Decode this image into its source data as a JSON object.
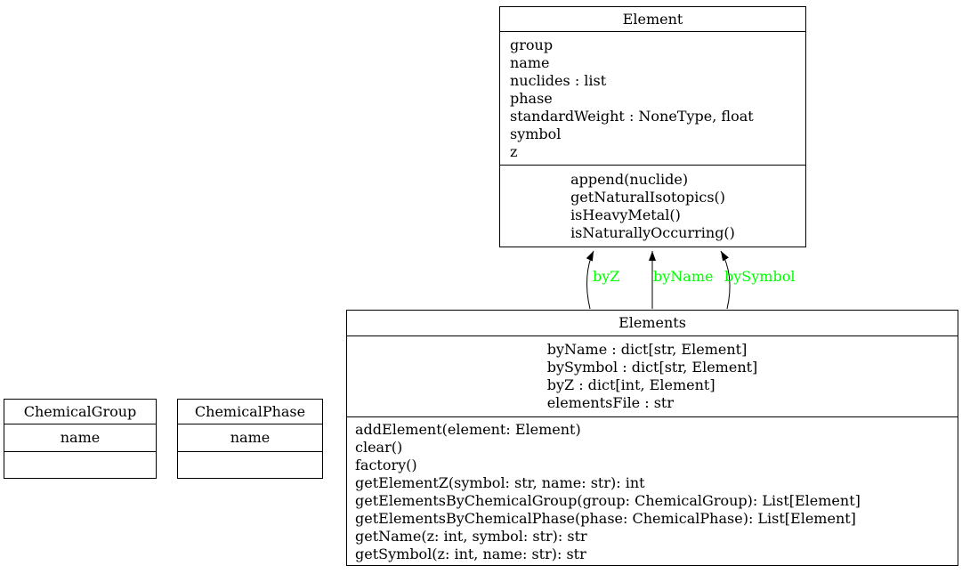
{
  "diagram": {
    "background_color": "#ffffff",
    "line_color": "#000000",
    "edge_label_color": "#00ff00"
  },
  "classes": {
    "element": {
      "title": "Element",
      "attributes": [
        "group",
        "name",
        "nuclides : list",
        "phase",
        "standardWeight : NoneType, float",
        "symbol",
        "z"
      ],
      "methods": [
        "append(nuclide)",
        "getNaturalIsotopics()",
        "isHeavyMetal()",
        "isNaturallyOccurring()"
      ]
    },
    "elements": {
      "title": "Elements",
      "attributes": [
        "byName : dict[str, Element]",
        "bySymbol : dict[str, Element]",
        "byZ : dict[int, Element]",
        "elementsFile : str"
      ],
      "methods": [
        "addElement(element: Element)",
        "clear()",
        "factory()",
        "getElementZ(symbol: str, name: str): int",
        "getElementsByChemicalGroup(group: ChemicalGroup): List[Element]",
        "getElementsByChemicalPhase(phase: ChemicalPhase): List[Element]",
        "getName(z: int, symbol: str): str",
        "getSymbol(z: int, name: str): str"
      ]
    },
    "chemical_group": {
      "title": "ChemicalGroup",
      "attributes": [
        "name"
      ],
      "methods": []
    },
    "chemical_phase": {
      "title": "ChemicalPhase",
      "attributes": [
        "name"
      ],
      "methods": []
    }
  },
  "edges": [
    {
      "label": "byZ",
      "from": "Elements",
      "to": "Element"
    },
    {
      "label": "byName",
      "from": "Elements",
      "to": "Element"
    },
    {
      "label": "bySymbol",
      "from": "Elements",
      "to": "Element"
    }
  ]
}
